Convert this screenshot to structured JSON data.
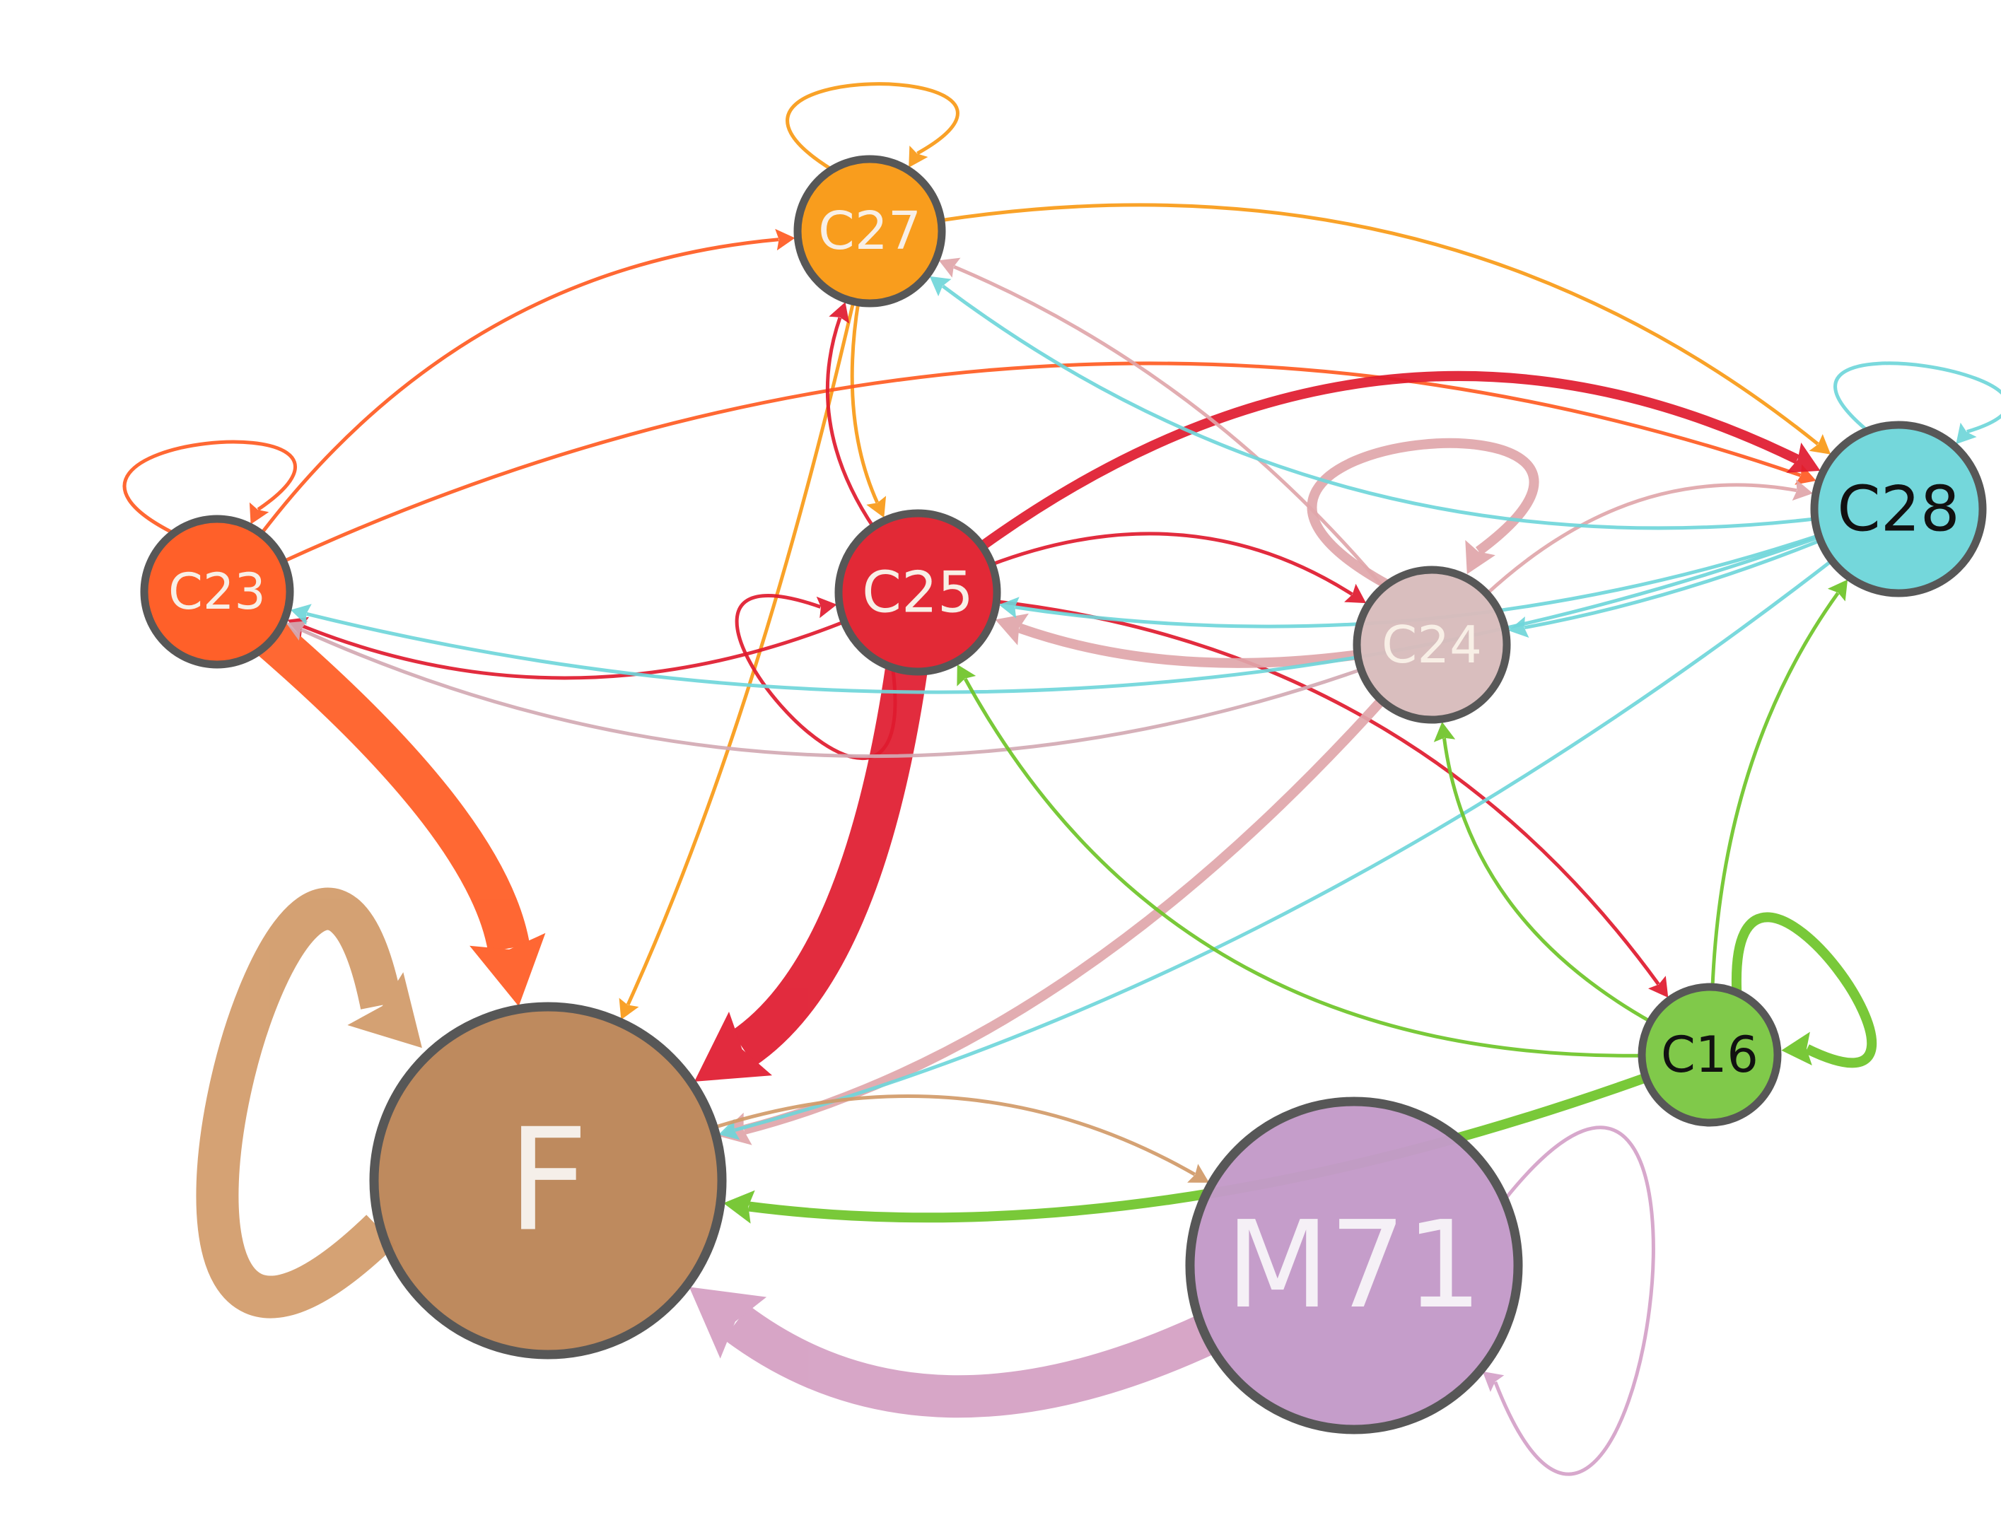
{
  "diagram": {
    "type": "directed-graph",
    "nodes": [
      {
        "id": "C27",
        "label": "C27",
        "color": "#f99a16",
        "text_color": "#f8efe6"
      },
      {
        "id": "C23",
        "label": "C23",
        "color": "#ff5b22",
        "text_color": "#f8efe6"
      },
      {
        "id": "C25",
        "label": "C25",
        "color": "#e1222f",
        "text_color": "#f8efe6"
      },
      {
        "id": "C24",
        "label": "C24",
        "color": "#d8bcbc",
        "text_color": "#f8efe6"
      },
      {
        "id": "C28",
        "label": "C28",
        "color": "#6fd6da",
        "text_color": "#111111"
      },
      {
        "id": "C16",
        "label": "C16",
        "color": "#7cc744",
        "text_color": "#111111"
      },
      {
        "id": "F",
        "label": "F",
        "color": "#bc8659",
        "text_color": "#f5efe9"
      },
      {
        "id": "M71",
        "label": "M71",
        "color": "#c39ac8",
        "text_color": "#f5f0f6"
      }
    ],
    "node_border_color": "#575757",
    "edges": [
      {
        "from": "C27",
        "to": "C27",
        "color": "#f99a16",
        "weight": "thin"
      },
      {
        "from": "C27",
        "to": "C28",
        "color": "#f99a16",
        "weight": "thin"
      },
      {
        "from": "C27",
        "to": "C25",
        "color": "#f99a16",
        "weight": "thin"
      },
      {
        "from": "C27",
        "to": "F",
        "color": "#f99a16",
        "weight": "thin"
      },
      {
        "from": "C23",
        "to": "C23",
        "color": "#ff5b22",
        "weight": "thin"
      },
      {
        "from": "C23",
        "to": "C27",
        "color": "#ff5b22",
        "weight": "thin"
      },
      {
        "from": "C23",
        "to": "C28",
        "color": "#ff5b22",
        "weight": "thin"
      },
      {
        "from": "C23",
        "to": "F",
        "color": "#ff5b22",
        "weight": "heavy"
      },
      {
        "from": "C25",
        "to": "C27",
        "color": "#e01a2e",
        "weight": "thin"
      },
      {
        "from": "C25",
        "to": "C23",
        "color": "#e01a2e",
        "weight": "thin"
      },
      {
        "from": "C25",
        "to": "C28",
        "color": "#e01a2e",
        "weight": "medium"
      },
      {
        "from": "C25",
        "to": "C24",
        "color": "#e01a2e",
        "weight": "thin"
      },
      {
        "from": "C25",
        "to": "C16",
        "color": "#e01a2e",
        "weight": "thin"
      },
      {
        "from": "C25",
        "to": "C25",
        "color": "#e01a2e",
        "weight": "thin"
      },
      {
        "from": "C25",
        "to": "F",
        "color": "#e01a2e",
        "weight": "heavy"
      },
      {
        "from": "C24",
        "to": "C24",
        "color": "#e0a6aa",
        "weight": "medium"
      },
      {
        "from": "C24",
        "to": "C27",
        "color": "#e0a6aa",
        "weight": "thin"
      },
      {
        "from": "C24",
        "to": "C25",
        "color": "#e0a6aa",
        "weight": "medium"
      },
      {
        "from": "C24",
        "to": "C28",
        "color": "#e0a6aa",
        "weight": "thin"
      },
      {
        "from": "C24",
        "to": "C23",
        "color": "#d3a9b3",
        "weight": "thin"
      },
      {
        "from": "C24",
        "to": "F",
        "color": "#e0a6aa",
        "weight": "medium"
      },
      {
        "from": "C28",
        "to": "C28",
        "color": "#6fd6da",
        "weight": "thin"
      },
      {
        "from": "C28",
        "to": "C27",
        "color": "#6fd6da",
        "weight": "thin"
      },
      {
        "from": "C28",
        "to": "C24",
        "color": "#6fd6da",
        "weight": "thin"
      },
      {
        "from": "C28",
        "to": "C25",
        "color": "#6fd6da",
        "weight": "thin"
      },
      {
        "from": "C28",
        "to": "C23",
        "color": "#6fd6da",
        "weight": "thin"
      },
      {
        "from": "C28",
        "to": "F",
        "color": "#6fd6da",
        "weight": "thin"
      },
      {
        "from": "C16",
        "to": "C16",
        "color": "#6ec428",
        "weight": "medium"
      },
      {
        "from": "C16",
        "to": "C24",
        "color": "#6ec428",
        "weight": "thin"
      },
      {
        "from": "C16",
        "to": "C25",
        "color": "#6ec428",
        "weight": "thin"
      },
      {
        "from": "C16",
        "to": "C28",
        "color": "#6ec428",
        "weight": "thin"
      },
      {
        "from": "C16",
        "to": "F",
        "color": "#6ec428",
        "weight": "medium"
      },
      {
        "from": "F",
        "to": "F",
        "color": "#d19a68",
        "weight": "heavy"
      },
      {
        "from": "F",
        "to": "M71",
        "color": "#d19a68",
        "weight": "thin"
      },
      {
        "from": "M71",
        "to": "M71",
        "color": "#d4a1c8",
        "weight": "thin"
      },
      {
        "from": "M71",
        "to": "F",
        "color": "#d49ec2",
        "weight": "heavy"
      }
    ]
  }
}
